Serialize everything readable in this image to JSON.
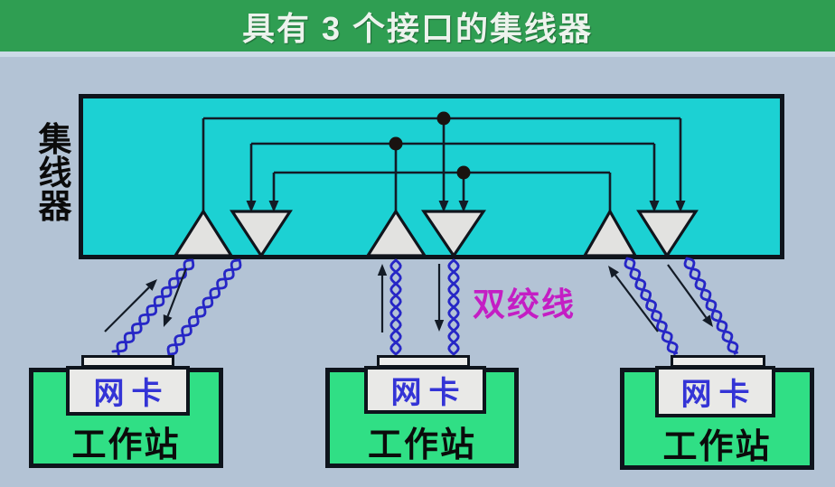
{
  "title": "具有 3 个接口的集线器",
  "hub": {
    "label": "集线器",
    "port_count": 3,
    "internal": {
      "receiver_symbol": "up-triangle-amplifier",
      "driver_symbol": "down-triangle-amplifier",
      "junction_dots": 3,
      "connections": [
        "port1-receiver -> port2-driver, port3-driver",
        "port2-receiver -> port1-driver, port3-driver",
        "port3-receiver -> port1-driver, port2-driver"
      ]
    }
  },
  "cable_label": "双绞线",
  "stations": [
    {
      "nic_label": "网卡",
      "station_label": "工作站"
    },
    {
      "nic_label": "网卡",
      "station_label": "工作站"
    },
    {
      "nic_label": "网卡",
      "station_label": "工作站"
    }
  ],
  "colors": {
    "banner_green": "#2F9E52",
    "hub_cyan": "#1CD1D3",
    "station_green": "#30DF85",
    "nic_text_blue": "#3434D6",
    "twisted_pair_magenta": "#C41EC4",
    "cable_blue": "#2626C6",
    "background": "#B3C3D5",
    "line_black": "#131B26"
  }
}
